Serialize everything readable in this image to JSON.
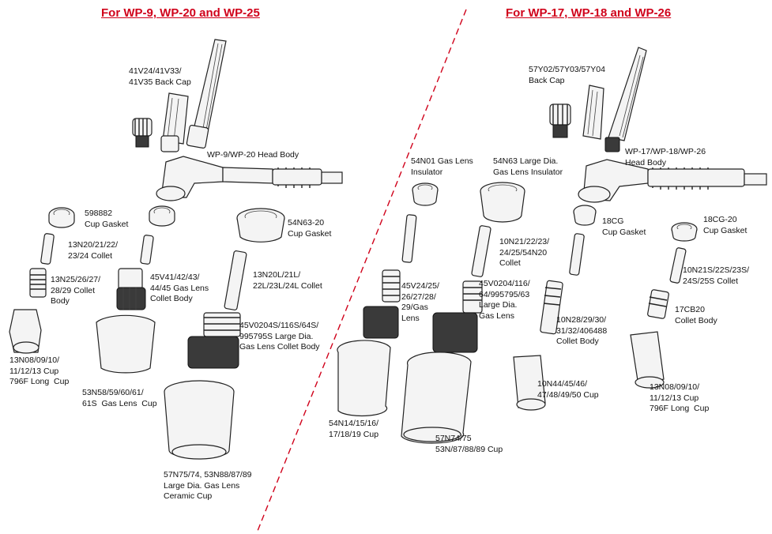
{
  "colors": {
    "title": "#d0021b",
    "divider": "#d0021b",
    "line": "#222222"
  },
  "left": {
    "title": "For  WP-9, WP-20 and WP-25",
    "labels": {
      "back_cap": "41V24/41V33/\n41V35 Back Cap",
      "head_body": "WP-9/WP-20 Head Body",
      "cup_gasket": "598882\nCup Gasket",
      "collet": "13N20/21/22/\n23/24 Collet",
      "collet_body": "13N25/26/27/\n28/29 Collet\nBody",
      "long_cup": "13N08/09/10/\n11/12/13 Cup\n796F Long  Cup",
      "gas_lens_collet_body": "45V41/42/43/\n44/45 Gas Lens\nCollet Body",
      "gas_lens_cup": "53N58/59/60/61/\n61S  Gas Lens  Cup",
      "large_cup_gasket": "54N63-20\nCup Gasket",
      "long_collet": "13N20L/21L/\n22L/23L/24L Collet",
      "large_collet_body": "45V0204S/116S/64S/\n995795S Large Dia.\nGas Lens Collet Body",
      "large_ceramic_cup": "57N75/74, 53N88/87/89\nLarge Dia. Gas Lens\nCeramic Cup"
    }
  },
  "right": {
    "title": "For  WP-17, WP-18 and WP-26",
    "labels": {
      "back_cap": "57Y02/57Y03/57Y04\nBack Cap",
      "head_body": "WP-17/WP-18/WP-26\nHead Body",
      "gas_lens_insulator": "54N01 Gas Lens\nInsulator",
      "large_insulator": "54N63 Large Dia.\nGas Lens Insulator",
      "cup_gasket_18cg": "18CG\nCup Gasket",
      "cup_gasket_18cg20": "18CG-20\nCup Gasket",
      "large_collet": "10N21/22/23/\n24/25/54N20\nCollet",
      "gas_lens": "45V24/25/\n26/27/28/\n29/Gas\nLens",
      "large_gas_lens": "45V0204/116/\n64/995795/63\nLarge Dia.\nGas Lens",
      "collet_s": "10N21S/22S/23S/\n24S/25S Collet",
      "collet_body_17cb20": "17CB20\nCollet Body",
      "collet_body_10n28": "10N28/29/30/\n31/32/406488\nCollet Body",
      "cup_10n44": "10N44/45/46/\n47/48/49/50 Cup",
      "long_cup": "13N08/09/10/\n11/12/13 Cup\n796F Long  Cup",
      "cup_54n14": "54N14/15/16/\n17/18/19 Cup",
      "cup_57n74": "57N74/75\n53N/87/88/89 Cup"
    }
  }
}
